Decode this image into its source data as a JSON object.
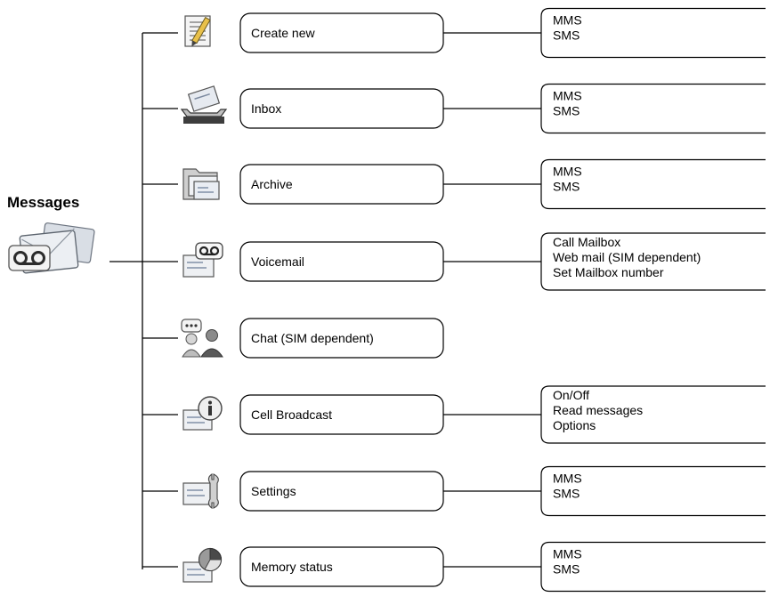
{
  "root": {
    "title": "Messages",
    "icon": "messages-icon"
  },
  "menu": [
    {
      "label": "Create new",
      "icon": "create-new-document-icon",
      "options": [
        "MMS",
        "SMS"
      ]
    },
    {
      "label": "Inbox",
      "icon": "inbox-tray-icon",
      "options": [
        "MMS",
        "SMS"
      ]
    },
    {
      "label": "Archive",
      "icon": "archive-folder-icon",
      "options": [
        "MMS",
        "SMS"
      ]
    },
    {
      "label": "Voicemail",
      "icon": "voicemail-icon",
      "options": [
        "Call Mailbox",
        "Web mail (SIM dependent)",
        "Set Mailbox number"
      ]
    },
    {
      "label": "Chat (SIM dependent)",
      "icon": "chat-people-icon",
      "options": []
    },
    {
      "label": "Cell Broadcast",
      "icon": "info-broadcast-icon",
      "options": [
        "On/Off",
        "Read messages",
        "Options"
      ]
    },
    {
      "label": "Settings",
      "icon": "settings-wrench-icon",
      "options": [
        "MMS",
        "SMS"
      ]
    },
    {
      "label": "Memory status",
      "icon": "memory-pie-chart-icon",
      "options": [
        "MMS",
        "SMS"
      ]
    }
  ]
}
